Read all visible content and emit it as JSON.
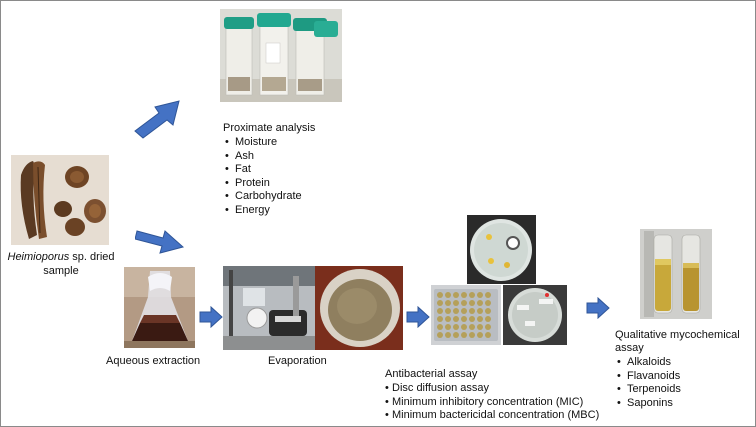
{
  "sample": {
    "italic": "Heimioporus",
    "rest": " sp. dried",
    "line2": "sample"
  },
  "proximate": {
    "title": "Proximate analysis",
    "items": [
      "Moisture",
      "Ash",
      "Fat",
      "Protein",
      "Carbohydrate",
      "Energy"
    ]
  },
  "steps": {
    "aqueous": "Aqueous extraction",
    "evaporation": "Evaporation"
  },
  "antibacterial": {
    "title": "Antibacterial assay",
    "items": [
      "Disc diffusion assay",
      "Minimum inhibitory concentration (MIC)",
      "Minimum bactericidal concentration (MBC)"
    ]
  },
  "mycochemical": {
    "title_line1": "Qualitative mycochemical",
    "title_line2": "assay",
    "items": [
      "Alkaloids",
      "Flavanoids",
      "Terpenoids",
      "Saponins"
    ]
  },
  "colors": {
    "arrow": "#4472c4",
    "arrow_edge": "#2f5597"
  }
}
